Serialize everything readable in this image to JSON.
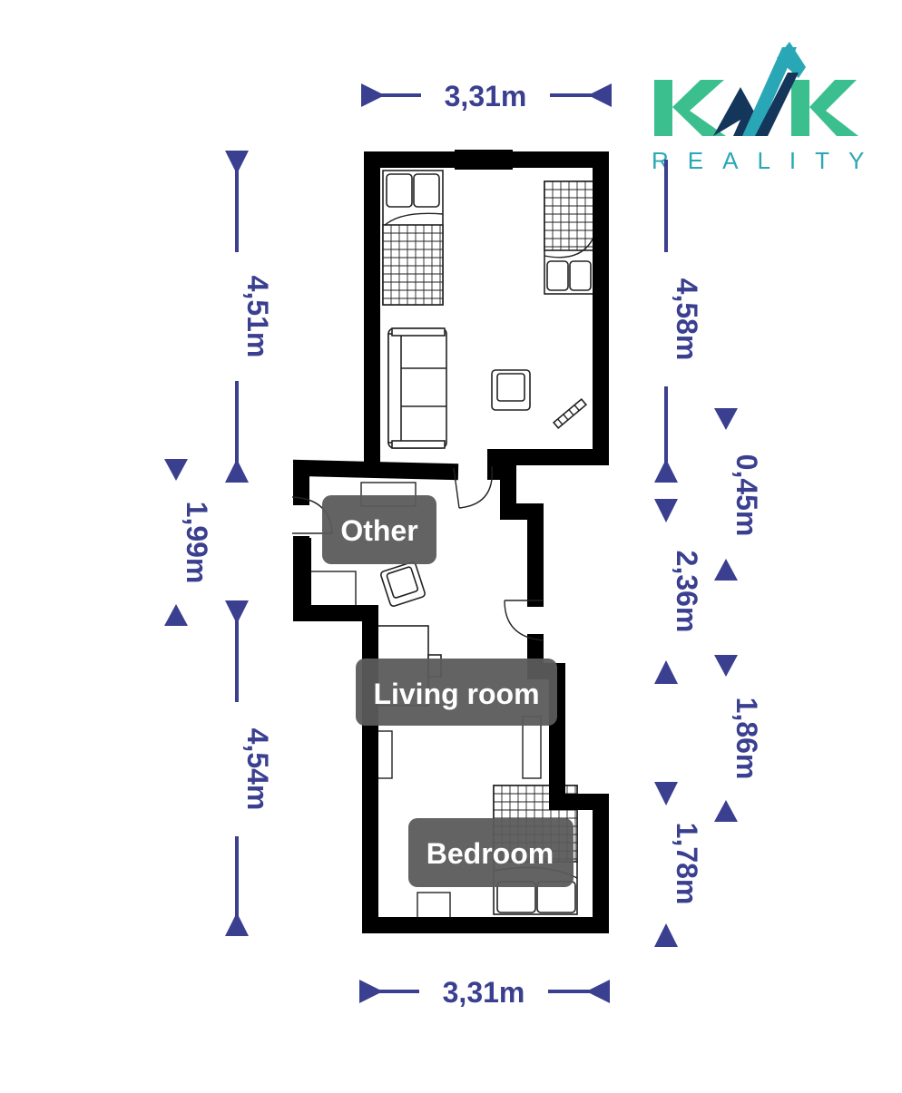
{
  "brand": {
    "logo_text": "KMK",
    "subtitle": "REALITY",
    "colors": {
      "green": "#3cbf8e",
      "navy": "#14365a",
      "teal": "#2aa7b6"
    }
  },
  "rooms": [
    {
      "id": "other",
      "label": "Other"
    },
    {
      "id": "living",
      "label": "Living room"
    },
    {
      "id": "bedroom",
      "label": "Bedroom"
    }
  ],
  "dimensions": {
    "top_width": "3,31m",
    "bottom_width": "3,31m",
    "left_upper": "4,51m",
    "left_middle": "1,99m",
    "left_lower": "4,54m",
    "right_upper": "4,58m",
    "right_step_a": "0,45m",
    "right_middle": "2,36m",
    "right_step_b": "1,86m",
    "right_lower": "1,78m"
  },
  "colors": {
    "dimension": "#3a3f8f",
    "wall": "#000000",
    "label_bg": "#5b5b5b"
  }
}
